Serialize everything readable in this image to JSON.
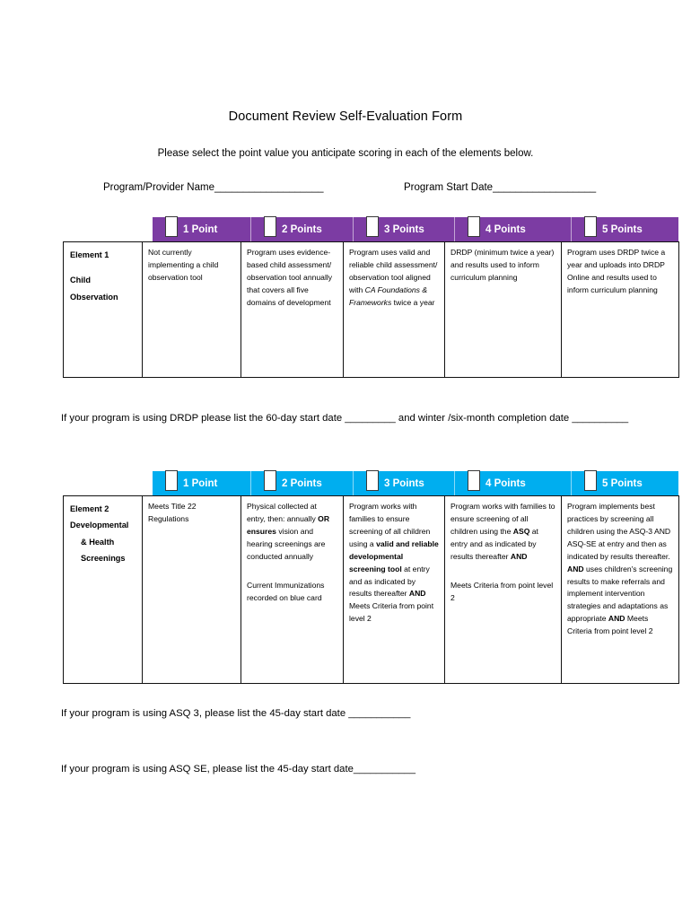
{
  "document": {
    "title": "Document Review Self-Evaluation Form",
    "subtitle": "Please select the point value you anticipate scoring in each of the elements below.",
    "fields": {
      "program_name_label": "Program/Provider Name___________________",
      "start_date_label": "Program Start Date__________________"
    }
  },
  "colors": {
    "table1_header": "#7C3CA3",
    "table2_header": "#00AEEF",
    "border": "#111111",
    "text": "#000000",
    "header_text": "#FFFFFF"
  },
  "point_headers": [
    {
      "label": "1 Point",
      "checkbox": "unchecked"
    },
    {
      "label": "2 Points",
      "checkbox": "unchecked"
    },
    {
      "label": "3 Points",
      "checkbox": "unchecked"
    },
    {
      "label": "4 Points",
      "checkbox": "unchecked"
    },
    {
      "label": "5 Points",
      "checkbox": "unchecked"
    }
  ],
  "element1": {
    "title_line1": "Element 1",
    "title_line2": "Child Observation",
    "cells": {
      "p1": "Not currently implementing a child observation tool",
      "p2": "Program uses evidence-based child assessment/ observation tool annually that covers all five domains of development",
      "p3_pre": "Program uses valid and reliable child assessment/ observation tool aligned with ",
      "p3_italic": "CA Foundations & Frameworks",
      "p3_post": " twice a year",
      "p4": "DRDP (minimum twice a year) and results used to inform curriculum planning",
      "p5": "Program uses DRDP twice a year and uploads into DRDP Online and results used to inform curriculum planning"
    }
  },
  "element2": {
    "title_line1": "Element 2",
    "title_line2": "Developmental",
    "title_line3": "& Health",
    "title_line4": "Screenings",
    "cells": {
      "p1": "Meets Title 22 Regulations",
      "p2_pre": "Physical collected at entry, then: annually ",
      "p2_bold": "OR ensures",
      "p2_post": " vision and hearing screenings are conducted annually",
      "p2_para2": "Current Immunizations recorded on blue card",
      "p3_pre": "Program works with families to ensure screening of all children using a ",
      "p3_bold1": "valid and reliable developmental screening tool",
      "p3_mid": " at entry and as indicated by results thereafter ",
      "p3_bold2": "AND",
      "p3_post": " Meets Criteria from point level 2",
      "p4_pre": "Program works with families to ensure screening of all children using the ",
      "p4_bold1": "ASQ",
      "p4_mid": " at entry and as indicated by results thereafter ",
      "p4_bold2": "AND",
      "p4_para2": "Meets Criteria from point level 2",
      "p5_pre": "Program implements best practices by screening all children using the ASQ-3 AND ASQ-SE at entry and then as indicated by results thereafter. ",
      "p5_bold1": "AND",
      "p5_mid": " uses children's screening results to make referrals and implement intervention strategies and adaptations as appropriate ",
      "p5_bold2": "AND",
      "p5_post": " Meets Criteria from point level 2"
    }
  },
  "notes": {
    "drdp": "If your program is using DRDP please list the 60-day start date _________ and winter /six-month completion date __________",
    "asq3": "If your program is using ASQ 3, please list the 45-day start date ___________",
    "asqse": "If your program is using ASQ SE, please list the 45-day start date___________"
  }
}
